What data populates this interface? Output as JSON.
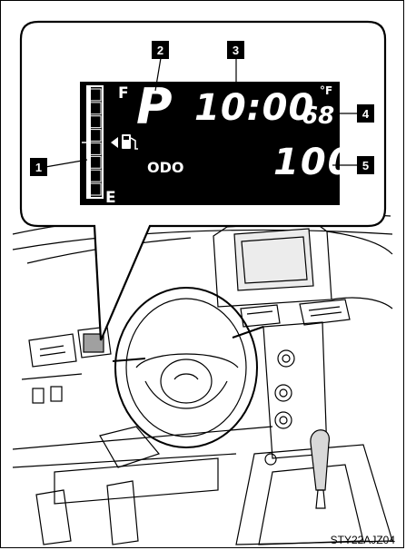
{
  "display": {
    "fuel_full_label": "F",
    "fuel_empty_label": "E",
    "gear": "P",
    "clock": "10:00",
    "temp_unit": "°F",
    "temperature": "68",
    "odo_label": "ODO",
    "odometer": "100",
    "fuel_pump_icon": "fuel-pump-icon",
    "fuel_level_fraction": 0.5
  },
  "callouts": {
    "c1": "1",
    "c2": "2",
    "c3": "3",
    "c4": "4",
    "c5": "5"
  },
  "figure_code": "STY22AJZ04",
  "colors": {
    "lcd_background": "#000000",
    "lcd_text": "#ffffff",
    "line_art": "#000000",
    "light_shade": "#d8d8d8",
    "mid_shade": "#a0a0a0"
  }
}
